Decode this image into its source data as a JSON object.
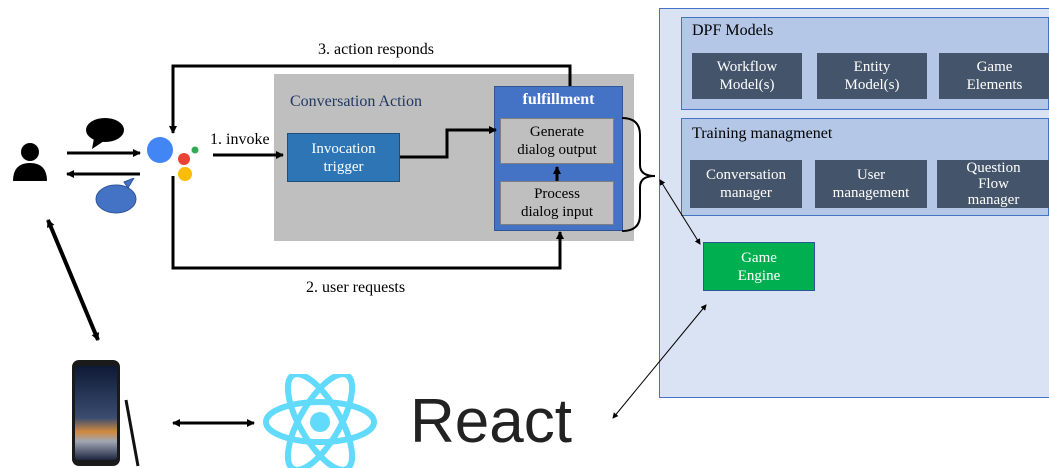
{
  "platform": {
    "dpf_models": {
      "title": "DPF Models",
      "items": [
        "Workflow\nModel(s)",
        "Entity\nModel(s)",
        "Game\nElements"
      ]
    },
    "training": {
      "title": "Training managmenet",
      "items": [
        "Conversation\nmanager",
        "User\nmanagement",
        "Question\nFlow\nmanager"
      ]
    },
    "game_engine": "Game\nEngine"
  },
  "conversation_action": {
    "title": "Conversation Action",
    "invocation": "Invocation\ntrigger",
    "fulfillment": {
      "title": "fulfillment",
      "generate": "Generate\ndialog output",
      "process": "Process\ndialog input"
    }
  },
  "flows": {
    "invoke": "1. invoke",
    "user_requests": "2. user requests",
    "action_responds": "3. action responds"
  },
  "react_label": "React",
  "colors": {
    "dark_box": "#44546a",
    "panel_outer": "#dae3f3",
    "panel_inner": "#b4c7e7",
    "invocation": "#2e75b6",
    "fulfillment": "#4472c4",
    "game_engine": "#00b050",
    "conversation_bg": "#bfbfbf",
    "react_atom": "#61dafb"
  },
  "icons": [
    "user-icon",
    "chat-bubble-icon",
    "google-assistant-icon",
    "smartphone-icon",
    "react-atom-icon"
  ]
}
